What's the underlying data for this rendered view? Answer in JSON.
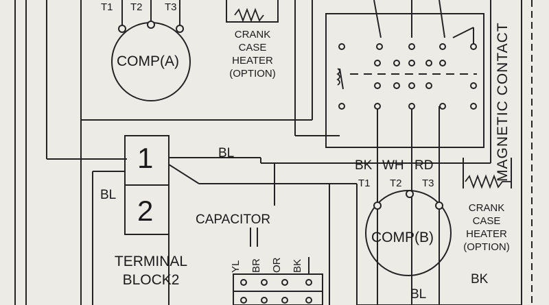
{
  "comp_a": {
    "label": "COMP(A)",
    "terminals": [
      "T1",
      "T2",
      "T3"
    ]
  },
  "heater_top": {
    "lines": [
      "CRANK",
      "CASE",
      "HEATER",
      "(OPTION)"
    ]
  },
  "magnetic_contact": {
    "label": "MAGNETIC CONTACT"
  },
  "terminal_block": {
    "numbers": [
      "1",
      "2"
    ],
    "title_lines": [
      "TERMINAL",
      "BLOCK2"
    ]
  },
  "wire_labels": {
    "bl_right": "BL",
    "bl_left": "BL",
    "bl_bottom": "BL",
    "bk_bottom": "BK"
  },
  "comp_b": {
    "label": "COMP(B)",
    "wire_colors": [
      "BK",
      "WH",
      "RD"
    ],
    "terminals": [
      "T1",
      "T2",
      "T3"
    ]
  },
  "heater_bottom": {
    "lines": [
      "CRANK",
      "CASE",
      "HEATER",
      "(OPTION)"
    ]
  },
  "capacitor": {
    "label": "CAPACITOR",
    "wires": [
      "YL",
      "BR",
      "OR",
      "BK"
    ]
  }
}
